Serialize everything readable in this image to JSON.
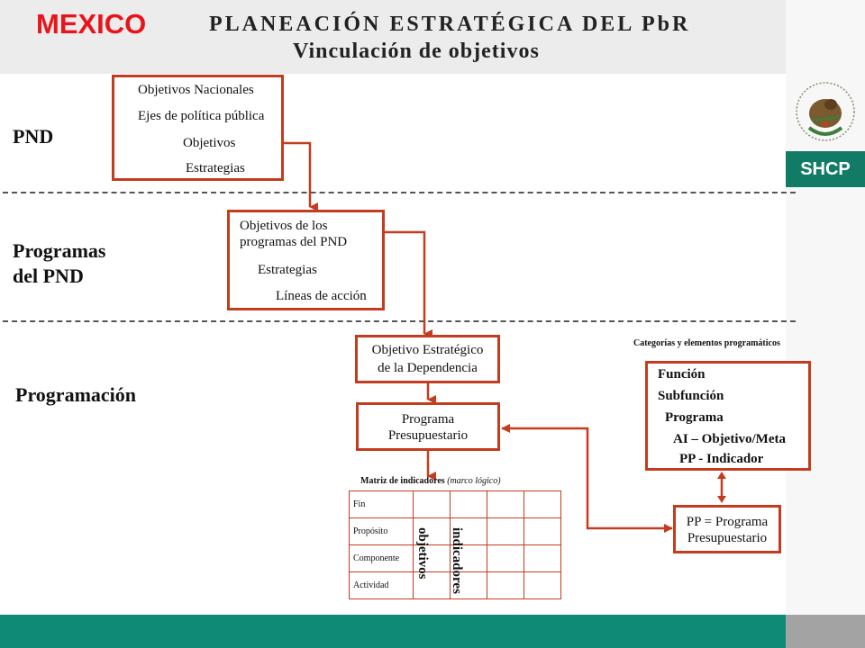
{
  "header": {
    "logo_text": "MEXICO",
    "title_line1": "PLANEACIÓN ESTRATÉGICA DEL PbR",
    "title_line2": "Vinculación de objetivos"
  },
  "sidebar": {
    "emblem_text": "ESTADOS UNIDOS MEXICANOS",
    "shcp_label": "SHCP"
  },
  "bands": {
    "pnd": "PND",
    "programas_line1": "Programas",
    "programas_line2": "del PND",
    "programacion": "Programación"
  },
  "pnd_box": {
    "lines": [
      "Objetivos Nacionales",
      "Ejes de política pública",
      "Objetivos",
      "Estrategias"
    ]
  },
  "programas_box": {
    "lines": [
      "Objetivos  de los",
      "programas del PND",
      "Estrategias",
      "Líneas de acción"
    ]
  },
  "objetivo_box": {
    "lines": [
      "Objetivo Estratégico",
      "de la Dependencia"
    ]
  },
  "programa_box": {
    "lines": [
      "Programa",
      "Presupuestario"
    ]
  },
  "categorias": {
    "title": "Categorías y elementos programáticos",
    "items": [
      "Función",
      "Subfunción",
      "Programa",
      "AI – Objetivo/Meta",
      "PP - Indicador"
    ]
  },
  "pp_box": {
    "lines": [
      "PP = Programa",
      "Presupuestario"
    ]
  },
  "matrix": {
    "title_bold": "Matriz de indicadores",
    "title_italic": "(marco lógico)",
    "rows": [
      "Fin",
      "Propósito",
      "Componente",
      "Actividad"
    ],
    "col_objetivos": "objetivos",
    "col_indicadores": "indicadores"
  },
  "colors": {
    "accent_red": "#c43c1f",
    "logo_red": "#e8141b",
    "footer_teal": "#0f8a77",
    "shcp_green": "#127b66"
  }
}
